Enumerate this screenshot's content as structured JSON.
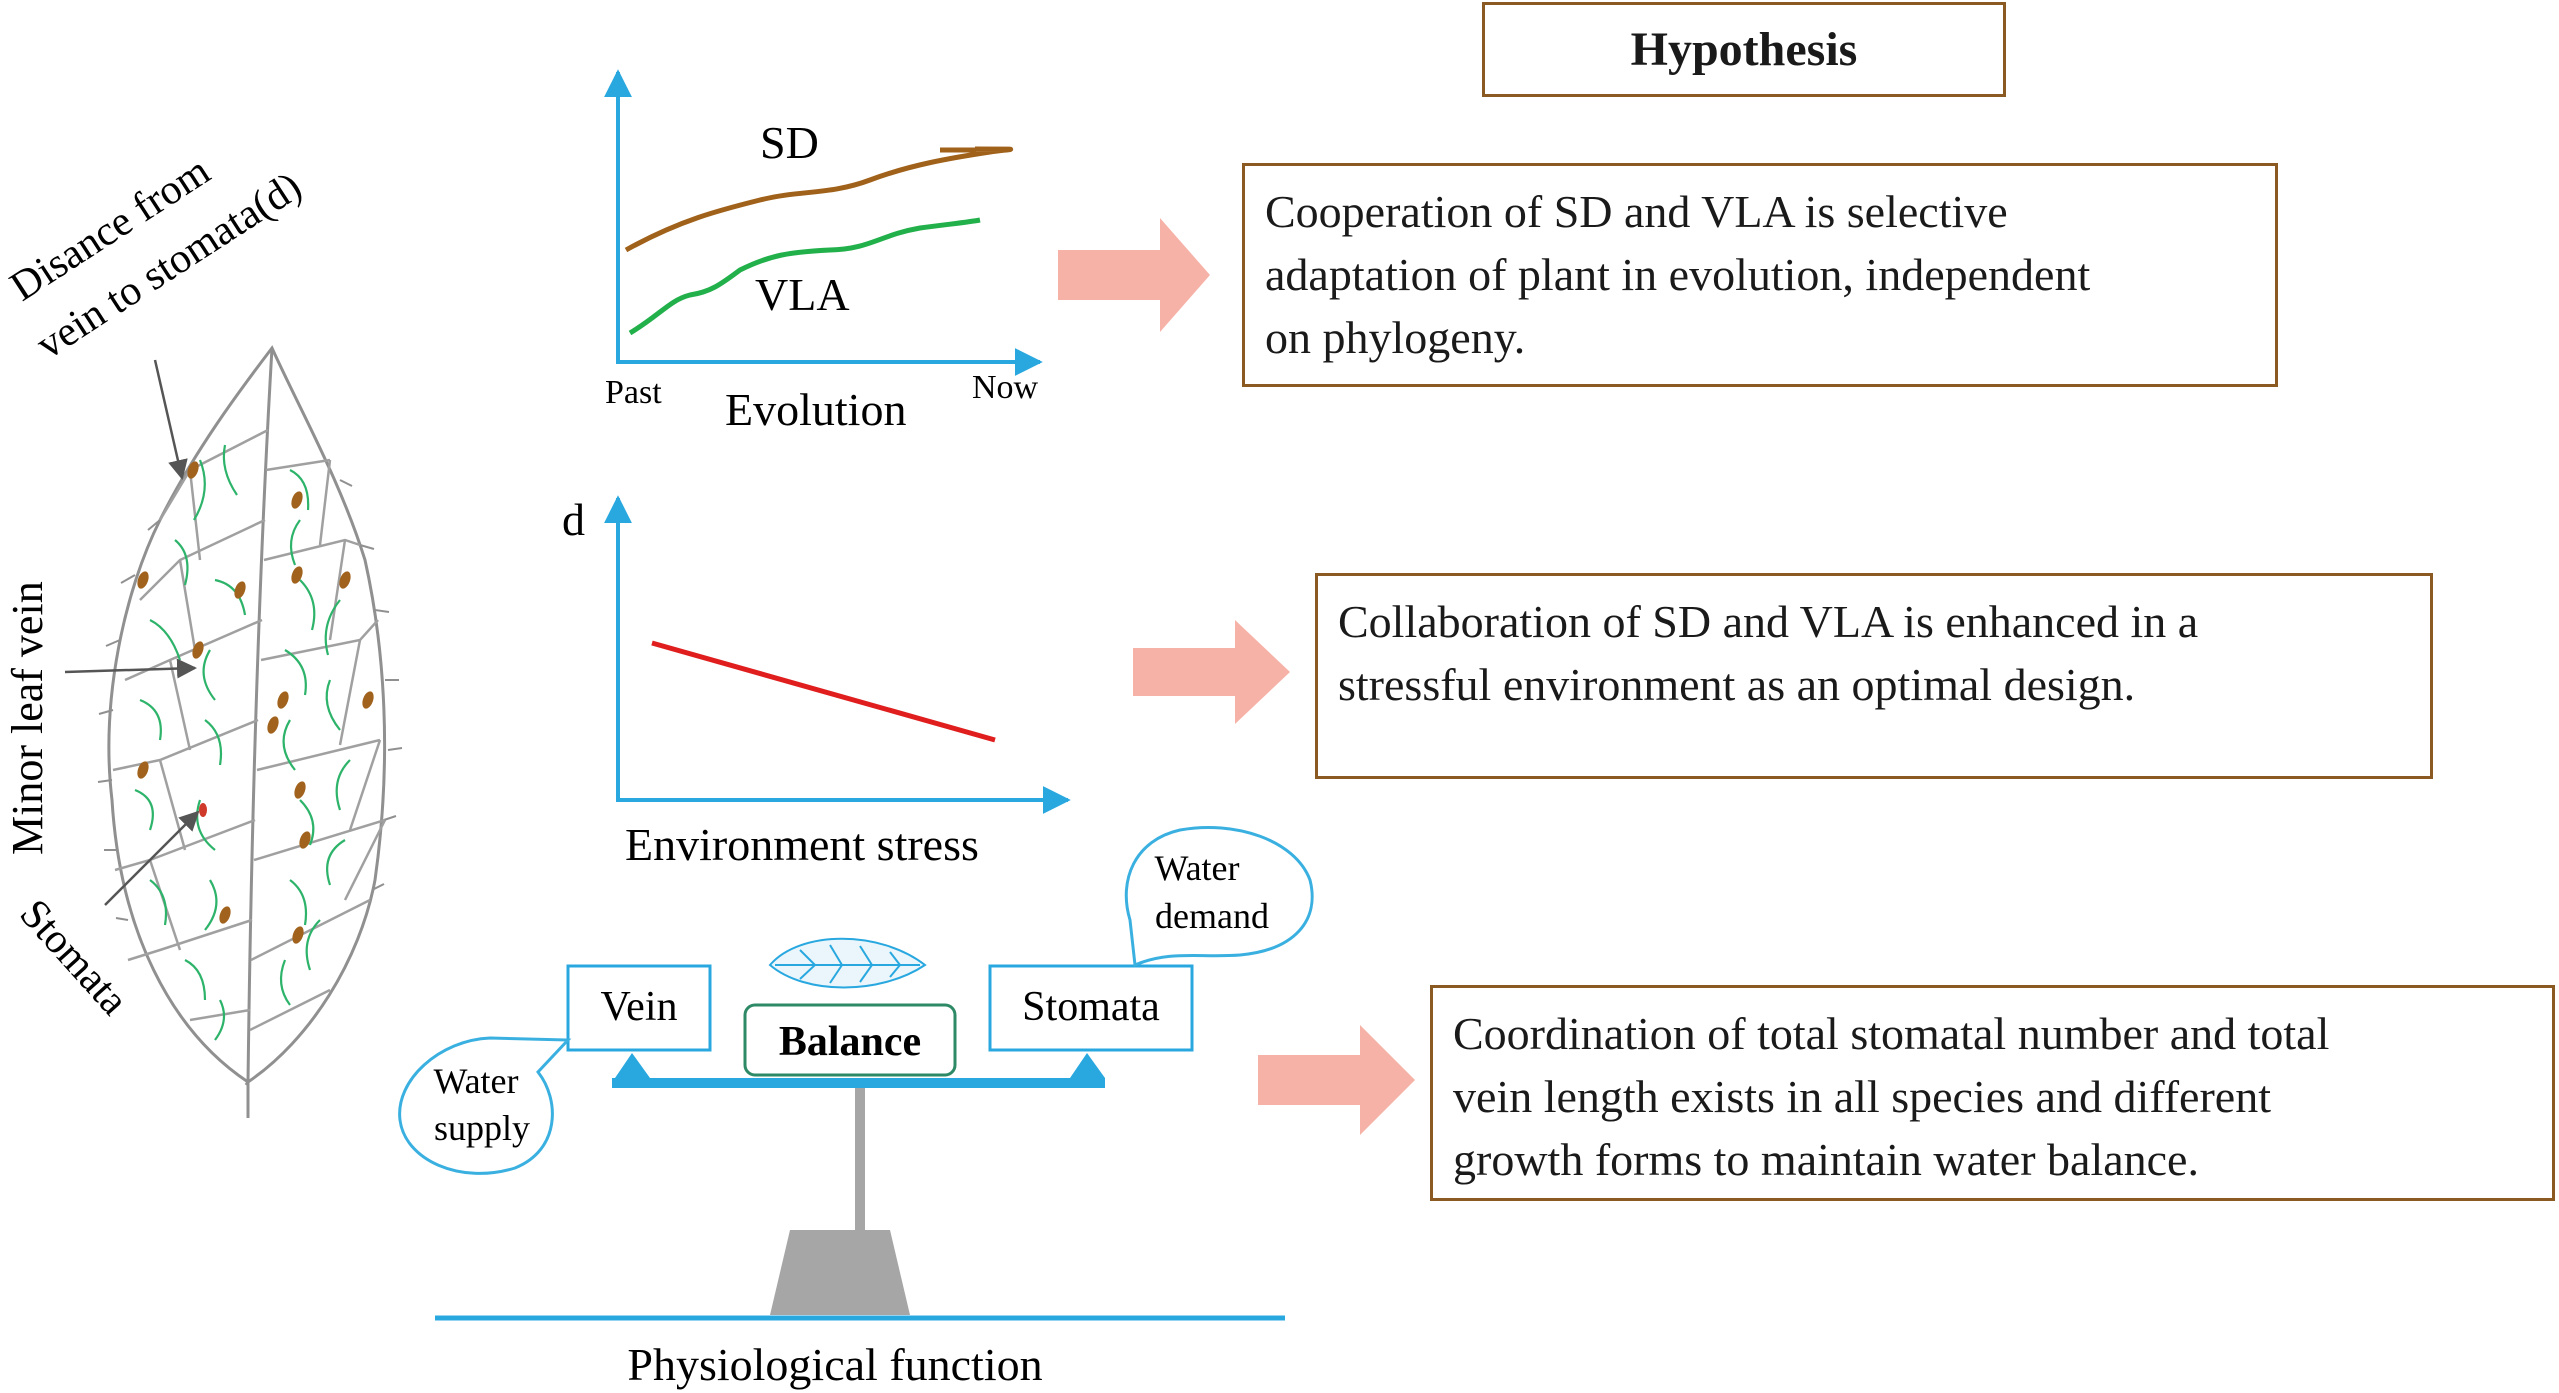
{
  "leaf": {
    "distance_label_line1": "Disance from",
    "distance_label_line2": "vein to stomata(d)",
    "minor_vein_label": "Minor leaf vein",
    "stomata_label": "Stomata"
  },
  "evolution_chart": {
    "series_sd_label": "SD",
    "series_vla_label": "VLA",
    "x_start_label": "Past",
    "x_end_label": "Now",
    "x_axis_label": "Evolution"
  },
  "stress_chart": {
    "y_axis_label": "d",
    "x_axis_label": "Environment stress"
  },
  "balance": {
    "vein_label": "Vein",
    "stomata_label": "Stomata",
    "center_label": "Balance",
    "water_supply_line1": "Water",
    "water_supply_line2": "supply",
    "water_demand_line1": "Water",
    "water_demand_line2": "demand",
    "ground_label": "Physiological function"
  },
  "hypothesis": {
    "title": "Hypothesis",
    "statement1_line1": "Cooperation of SD and VLA is selective",
    "statement1_line2": "adaptation of plant in evolution, independent",
    "statement1_line3": "on phylogeny.",
    "statement2_line1": "Collaboration of SD and VLA is enhanced in a",
    "statement2_line2": "stressful environment as an optimal design.",
    "statement3_line1": "Coordination of total stomatal number and total",
    "statement3_line2": "vein length exists in all species and different",
    "statement3_line3": "growth forms  to maintain water balance."
  },
  "colors": {
    "axis": "#29a8e0",
    "sd_line": "#a0611a",
    "vla_line": "#22b04b",
    "stress_line": "#e01e1e",
    "box_border": "#8a5a22",
    "arrow": "#f7b2a8",
    "vein": "#2db36a",
    "stomata": "#a0621c",
    "pillar": "#a6a6a6",
    "bubble": "#3ab0e0",
    "balance_box": "#2e8a66"
  }
}
